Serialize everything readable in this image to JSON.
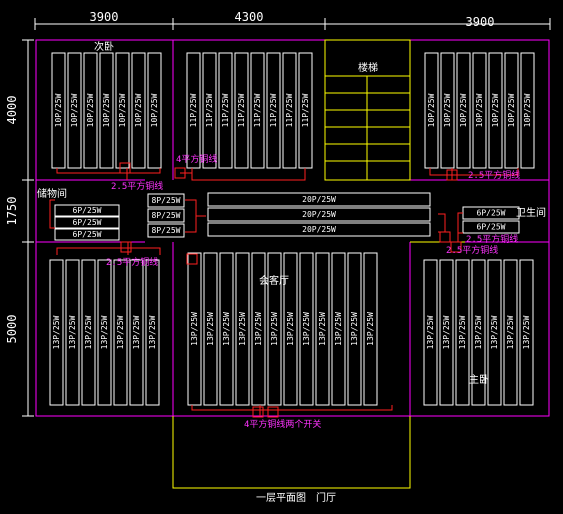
{
  "dimensions": {
    "top": [
      "3900",
      "4300",
      "3900"
    ],
    "left": [
      "4000",
      "1750",
      "5000"
    ]
  },
  "rooms": {
    "secondary_bedroom": "次卧",
    "stairs": "楼梯",
    "storage": "储物间",
    "bathroom": "卫生间",
    "living_room": "会客厅",
    "master_bedroom": "主卧"
  },
  "fixtures": {
    "tl": [
      "10P/25W",
      "10P/25W",
      "10P/25W",
      "10P/25W",
      "10P/25W",
      "10P/25W",
      "10P/25W"
    ],
    "tm": [
      "11P/25W",
      "11P/25W",
      "11P/25W",
      "11P/25W",
      "11P/25W",
      "11P/25W",
      "11P/25W",
      "11P/25W"
    ],
    "tr": [
      "10P/25W",
      "10P/25W",
      "10P/25W",
      "10P/25W",
      "10P/25W",
      "10P/25W",
      "10P/25W"
    ],
    "ml": [
      "6P/25W",
      "6P/25W",
      "6P/25W"
    ],
    "mc": [
      "8P/25W",
      "8P/25W",
      "8P/25W"
    ],
    "mw": [
      "20P/25W",
      "20P/25W",
      "20P/25W"
    ],
    "mr": [
      "6P/25W",
      "6P/25W"
    ],
    "bl": [
      "13P/25W",
      "13P/25W",
      "13P/25W",
      "13P/25W",
      "13P/25W",
      "13P/25W",
      "13P/25W"
    ],
    "bm": [
      "13P/25W",
      "13P/25W",
      "13P/25W",
      "13P/25W",
      "13P/25W",
      "13P/25W",
      "13P/25W",
      "13P/25W",
      "13P/25W",
      "13P/25W",
      "13P/25W",
      "13P/25W"
    ],
    "br": [
      "13P/25W",
      "13P/25W",
      "13P/25W",
      "13P/25W",
      "13P/25W",
      "13P/25W",
      "13P/25W"
    ]
  },
  "annotations": {
    "wire_tl": "2.5平方铜线",
    "wire_tm": "4平方铜线",
    "wire_tr": "2.5平方铜线",
    "wire_bl": "2.5平方铜线",
    "wire_mr1": "2.5平方铜线",
    "wire_mr2": "2.5平方铜线",
    "wire_bottom": "4平方铜线两个开关"
  },
  "footer": {
    "plan_title": "一层平面图",
    "entry_hall": "门厅"
  },
  "colors": {
    "wall": "#ff00ff",
    "fixture": "#ffffff",
    "stairs": "#ffff00",
    "annotation": "#ff33ff",
    "wiring": "#ff2020"
  }
}
